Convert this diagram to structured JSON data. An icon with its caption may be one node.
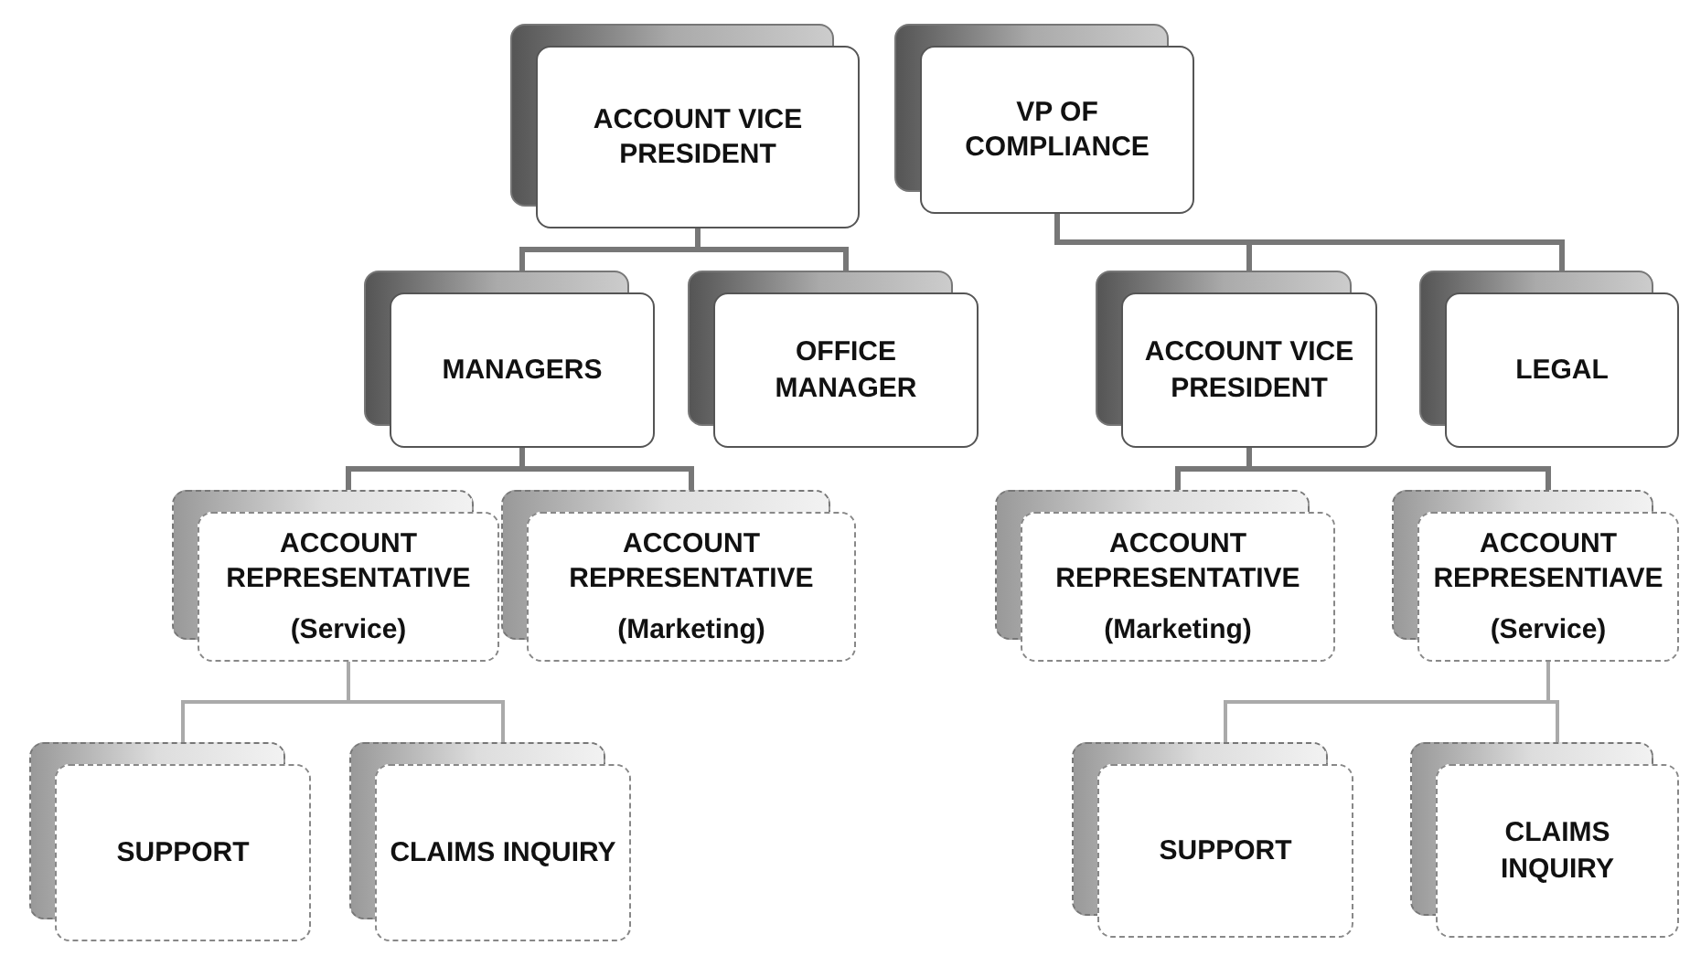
{
  "diagram": {
    "nodes": [
      {
        "text": [
          "ACCOUNT VICE PRESIDENT"
        ]
      },
      {
        "text": [
          "VP OF COMPLIANCE"
        ]
      },
      {
        "text": [
          "MANAGERS"
        ]
      },
      {
        "text": [
          "OFFICE MANAGER"
        ]
      },
      {
        "text": [
          "ACCOUNT VICE PRESIDENT"
        ]
      },
      {
        "text": [
          "LEGAL"
        ]
      },
      {
        "text": [
          "ACCOUNT REPRESENTATIVE",
          "(Service)"
        ]
      },
      {
        "text": [
          "ACCOUNT REPRESENTATIVE",
          "(Marketing)"
        ]
      },
      {
        "text": [
          "ACCOUNT REPRESENTATIVE",
          "(Marketing)"
        ]
      },
      {
        "text": [
          "ACCOUNT REPRESENTIAVE",
          "(Service)"
        ]
      },
      {
        "text": [
          "SUPPORT"
        ]
      },
      {
        "text": [
          "CLAIMS INQUIRY"
        ]
      },
      {
        "text": [
          "SUPPORT"
        ]
      },
      {
        "text": [
          "CLAIMS INQUIRY"
        ]
      }
    ],
    "edges": [
      {
        "from": 0,
        "to": 2,
        "arrow": "none"
      },
      {
        "from": 0,
        "to": 3,
        "arrow": "none"
      },
      {
        "from": 1,
        "to": 4,
        "arrow": "none"
      },
      {
        "from": 1,
        "to": 5,
        "arrow": "none"
      },
      {
        "from": 2,
        "to": 6,
        "arrow": "none"
      },
      {
        "from": 2,
        "to": 7,
        "arrow": "none"
      },
      {
        "from": 4,
        "to": 8,
        "arrow": "none"
      },
      {
        "from": 4,
        "to": 9,
        "arrow": "none"
      },
      {
        "from": 6,
        "to": 10,
        "arrow": "none"
      },
      {
        "from": 6,
        "to": 11,
        "arrow": "none"
      },
      {
        "from": 9,
        "to": 12,
        "arrow": "none"
      },
      {
        "from": 9,
        "to": 13,
        "arrow": "none"
      }
    ]
  }
}
